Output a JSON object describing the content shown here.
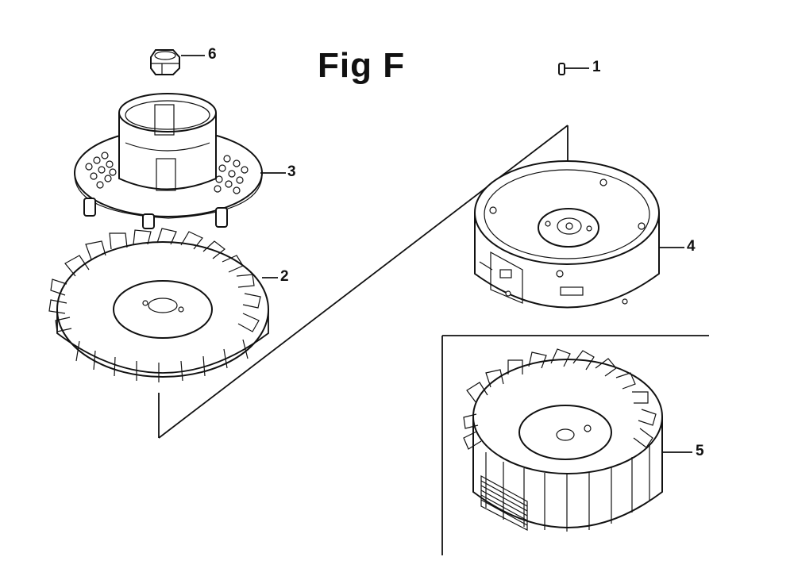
{
  "figure": {
    "title": "Fig F"
  },
  "callouts": {
    "c1": "1",
    "c2": "2",
    "c3": "3",
    "c4": "4",
    "c5": "5",
    "c6": "6"
  },
  "colors": {
    "line": "#111111",
    "background": "#ffffff"
  }
}
